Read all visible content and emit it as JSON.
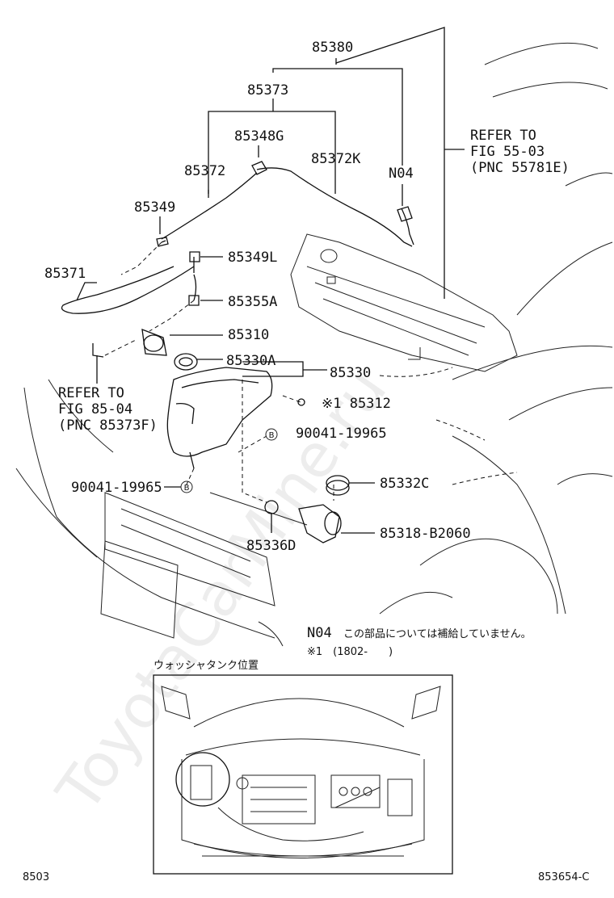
{
  "part_labels": {
    "p85380": "85380",
    "p85373": "85373",
    "p85348G": "85348G",
    "p85372": "85372",
    "p85372K": "85372K",
    "N04": "N04",
    "p85349": "85349",
    "p85371": "85371",
    "p85349L": "85349L",
    "p85355A": "85355A",
    "p85310": "85310",
    "p85330A": "85330A",
    "p85330": "85330",
    "p85312": "※1 85312",
    "bolt_b_right": "90041-19965",
    "bolt_b_left": "90041-19965",
    "p85332C": "85332C",
    "p85336D": "85336D",
    "p85318": "85318-B2060"
  },
  "refer_right": {
    "line1": "REFER TO",
    "line2": "FIG 55-03",
    "line3": "(PNC 55781E)"
  },
  "refer_left": {
    "line1": "REFER TO",
    "line2": "FIG 85-04",
    "line3": "(PNC 85373F)"
  },
  "bolt_symbol": "B",
  "notes": {
    "n04_code": "N04",
    "n04_text": "この部品については補給していません。",
    "footnote": "※1　(1802-　　)"
  },
  "inset_caption": "ウォッシャタンク位置",
  "footer": {
    "left_code": "8503",
    "right_code": "853654-C"
  },
  "watermark": "ToyotaCarMine.ru"
}
